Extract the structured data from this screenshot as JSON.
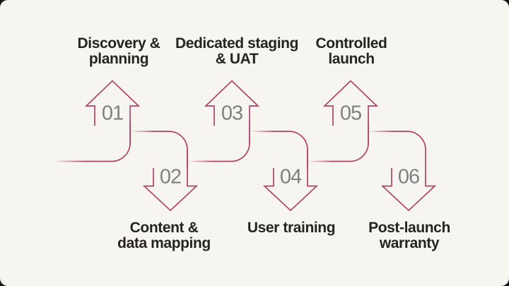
{
  "diagram": {
    "type": "process-flow-snake",
    "steps": [
      {
        "number": "01",
        "label": "Discovery &\nplanning",
        "direction": "up"
      },
      {
        "number": "02",
        "label": "Content &\ndata mapping",
        "direction": "down"
      },
      {
        "number": "03",
        "label": "Dedicated staging\n& UAT",
        "direction": "up"
      },
      {
        "number": "04",
        "label": "User training",
        "direction": "down"
      },
      {
        "number": "05",
        "label": "Controlled\nlaunch",
        "direction": "up"
      },
      {
        "number": "06",
        "label": "Post-launch\nwarranty",
        "direction": "down"
      }
    ]
  },
  "colors": {
    "card_bg": "#f7f5ef",
    "outside_bg": "#161616",
    "arrow": "#b0436c",
    "label_text": "#272320",
    "number_text": "#7e8083"
  }
}
